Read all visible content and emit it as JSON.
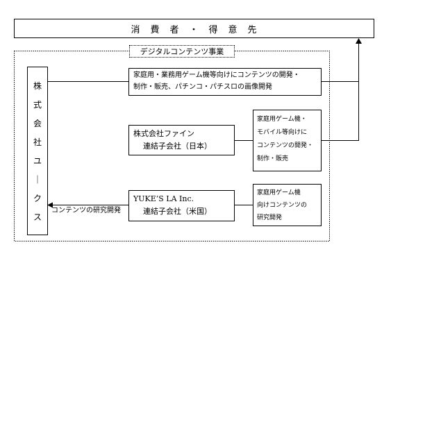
{
  "consumer": {
    "label": "消　費　者　・　得　意　先"
  },
  "segment": {
    "label": "デジタルコンテンツ事業"
  },
  "parent_company": {
    "chars": [
      "株",
      "式",
      "会",
      "社",
      "ユ",
      "｜",
      "ク",
      "ス"
    ]
  },
  "business_boxes": {
    "parent_business": {
      "line1": "家庭用・業務用ゲーム機等向けにコンテンツの開発・",
      "line2": "制作・販売、パチンコ・パチスロの画像開発"
    },
    "fine": {
      "line1": "株式会社ファイン",
      "line2": "連結子会社（日本）"
    },
    "fine_business": {
      "line1": "家庭用ゲーム機・",
      "line2": "モバイル等向けに",
      "line3": "コンテンツの開発・",
      "line4": "制作・販売"
    },
    "la": {
      "line1": "YUKE’S LA Inc.",
      "line2": "連結子会社（米国）"
    },
    "la_business": {
      "line1": "家庭用ゲーム機",
      "line2": "向けコンテンツの",
      "line3": "研究開発"
    }
  },
  "arrow_labels": {
    "research": "コンテンツの研究開発"
  }
}
